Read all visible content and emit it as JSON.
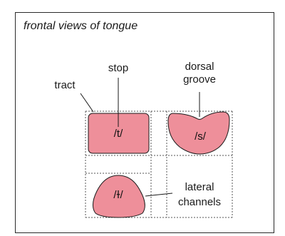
{
  "title": "frontal views of tongue",
  "labels": {
    "stop": "stop",
    "tract": "tract",
    "dorsal_groove_line1": "dorsal",
    "dorsal_groove_line2": "groove",
    "lateral_channels_line1": "lateral",
    "lateral_channels_line2": "channels"
  },
  "shapes": {
    "t": "/t/",
    "s": "/s/",
    "lateral": "/ɫ/"
  },
  "colors": {
    "tongue_fill": "#ee8f9a",
    "outline": "#1a1a1a",
    "grid": "#555555"
  }
}
